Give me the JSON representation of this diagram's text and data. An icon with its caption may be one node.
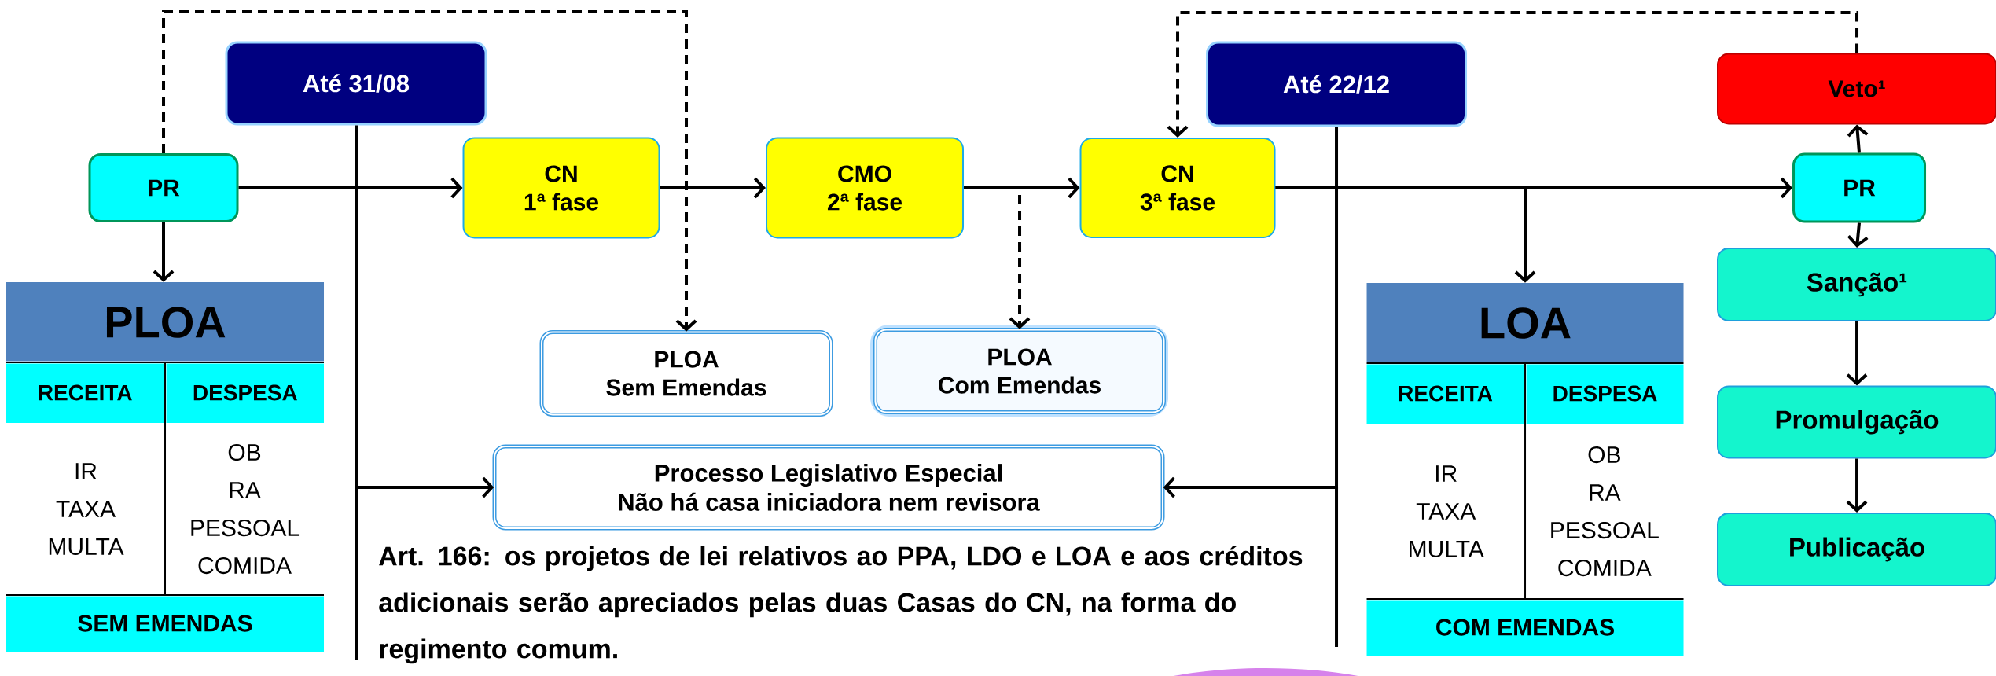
{
  "diagram": {
    "nodes": [
      {
        "text": [
          "Até 31/08"
        ]
      },
      {
        "text": [
          "Até 22/12"
        ]
      },
      {
        "text": [
          "Veto¹"
        ]
      },
      {
        "text": [
          "PR"
        ]
      },
      {
        "text": [
          "CN",
          "1ª fase"
        ]
      },
      {
        "text": [
          "CMO",
          "2ª fase"
        ]
      },
      {
        "text": [
          "CN",
          "3ª fase"
        ]
      },
      {
        "text": [
          "PR"
        ]
      },
      {
        "text": [
          "PLOA",
          "RECEITA",
          "DESPESA",
          "IR",
          "TAXA",
          "MULTA",
          "OB",
          "RA",
          "PESSOAL",
          "COMIDA",
          "SEM EMENDAS"
        ]
      },
      {
        "text": [
          "PLOA",
          "Sem Emendas"
        ]
      },
      {
        "text": [
          "PLOA",
          "Com Emendas"
        ]
      },
      {
        "text": [
          "LOA",
          "RECEITA",
          "DESPESA",
          "IR",
          "TAXA",
          "MULTA",
          "OB",
          "RA",
          "PESSOAL",
          "COMIDA",
          "COM EMENDAS"
        ]
      },
      {
        "text": [
          "Sanção¹"
        ]
      },
      {
        "text": [
          "Processo Legislativo Especial",
          "Não há casa iniciadora nem revisora"
        ]
      },
      {
        "text": [
          "Promulgação"
        ]
      },
      {
        "text": [
          "Publicação"
        ]
      }
    ],
    "edges": [
      {
        "from": 3,
        "to": 4,
        "arrow": "to"
      },
      {
        "from": 4,
        "to": 5,
        "arrow": "to"
      },
      {
        "from": 5,
        "to": 6,
        "arrow": "to"
      },
      {
        "from": 6,
        "to": 7,
        "arrow": "to"
      },
      {
        "from": 6,
        "to": 11,
        "arrow": "to"
      },
      {
        "from": 3,
        "to": 8,
        "arrow": "to"
      },
      {
        "from": 3,
        "to": 9,
        "arrow": "to",
        "style": "dashed"
      },
      {
        "from": 5,
        "to": 10,
        "arrow": "to",
        "style": "dashed"
      },
      {
        "from": 2,
        "to": 6,
        "arrow": "to",
        "style": "dashed"
      },
      {
        "from": 7,
        "to": 2,
        "arrow": "to"
      },
      {
        "from": 7,
        "to": 12,
        "arrow": "to"
      },
      {
        "from": 12,
        "to": 14,
        "arrow": "to"
      },
      {
        "from": 14,
        "to": 15,
        "arrow": "to"
      },
      {
        "from": 0,
        "to": 13,
        "arrow": "to"
      },
      {
        "from": 1,
        "to": 13,
        "arrow": "to"
      }
    ],
    "labels": [
      "Art. 166: os projetos de lei relativos ao PPA, LDO e LOA e aos créditos adicionais serão apreciados pelas duas Casas do CN, na forma do regimento comum."
    ]
  }
}
